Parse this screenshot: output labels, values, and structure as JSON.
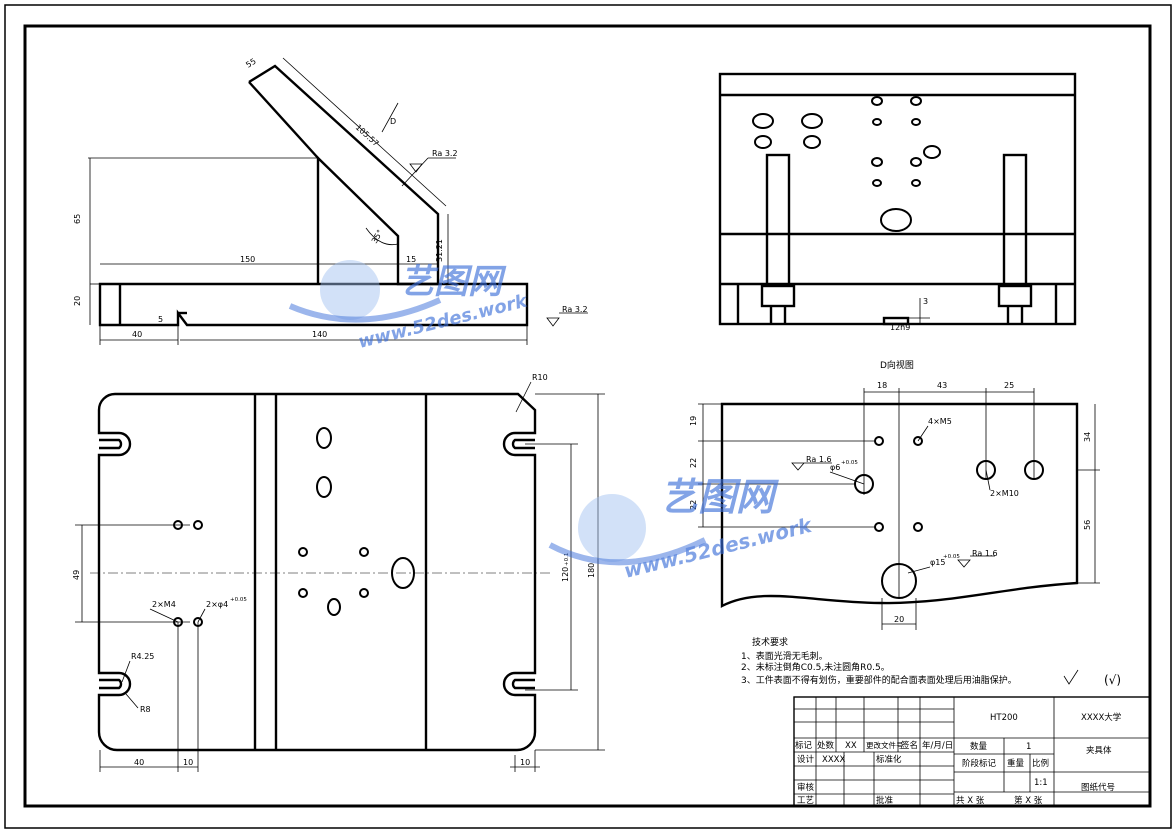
{
  "front_view": {
    "dims": {
      "d55": "55",
      "d105": "105.57",
      "d150": "150",
      "d65": "65",
      "d20": "20",
      "d15": "15",
      "d3121": "31.21",
      "d5": "5",
      "d40": "40",
      "d140": "140",
      "angle": "35°",
      "view_arrow": "D",
      "ra_top": "Ra 3.2",
      "ra_bottom": "Ra 3.2"
    }
  },
  "side_view": {
    "dims": {
      "d3": "3",
      "slot": "12h9"
    }
  },
  "d_view": {
    "title": "D向视图",
    "dims": {
      "d18": "18",
      "d43": "43",
      "d25": "25",
      "d19": "19",
      "d22a": "22",
      "d22b": "22",
      "d34": "34",
      "d56": "56",
      "d20": "20",
      "m5": "4×M5",
      "m10": "2×M10",
      "bore_small": "φ6",
      "bore_small_tol": "+0.05",
      "bore_large": "φ15",
      "bore_large_tol": "+0.05",
      "ra1": "Ra 1.6",
      "ra2": "Ra 1.6"
    }
  },
  "top_view": {
    "dims": {
      "r10": "R10",
      "d180": "180",
      "d120": "120",
      "d120_tol": "+0.1",
      "d49": "49",
      "m4": "2×M4",
      "pin": "2×φ4",
      "pin_tol": "+0.05",
      "r425": "R4.25",
      "r8": "R8",
      "d40": "40",
      "d10a": "10",
      "d10b": "10"
    }
  },
  "tech_req": {
    "title": "技术要求",
    "items": [
      "1、表面光滑无毛刺。",
      "2、未标注倒角C0.5,未注圆角R0.5。",
      "3、工件表面不得有划伤，重要部件的配合面表面处理后用油脂保护。"
    ],
    "rough_symbol": "(√)"
  },
  "title_block": {
    "material": "HT200",
    "school": "XXXX大学",
    "part_name": "夹具体",
    "drawing_no": "图纸代号",
    "qty_label": "数量",
    "qty_value": "1",
    "stage_label": "阶段标记",
    "weight_label": "重量",
    "scale_label": "比例",
    "scale_value": "1:1",
    "total_sheets": "共 X 张",
    "sheet_no": "第 X 张",
    "mark": "标记",
    "zones": "处数",
    "xx": "XX",
    "change_doc": "更改文件号",
    "sign": "签名",
    "date": "年/月/日",
    "design": "设计",
    "designer": "XXXX",
    "standard": "标准化",
    "review": "审核",
    "process": "工艺",
    "approve": "批准"
  },
  "watermark": {
    "brand": "艺图网",
    "url": "www.52des.work"
  }
}
